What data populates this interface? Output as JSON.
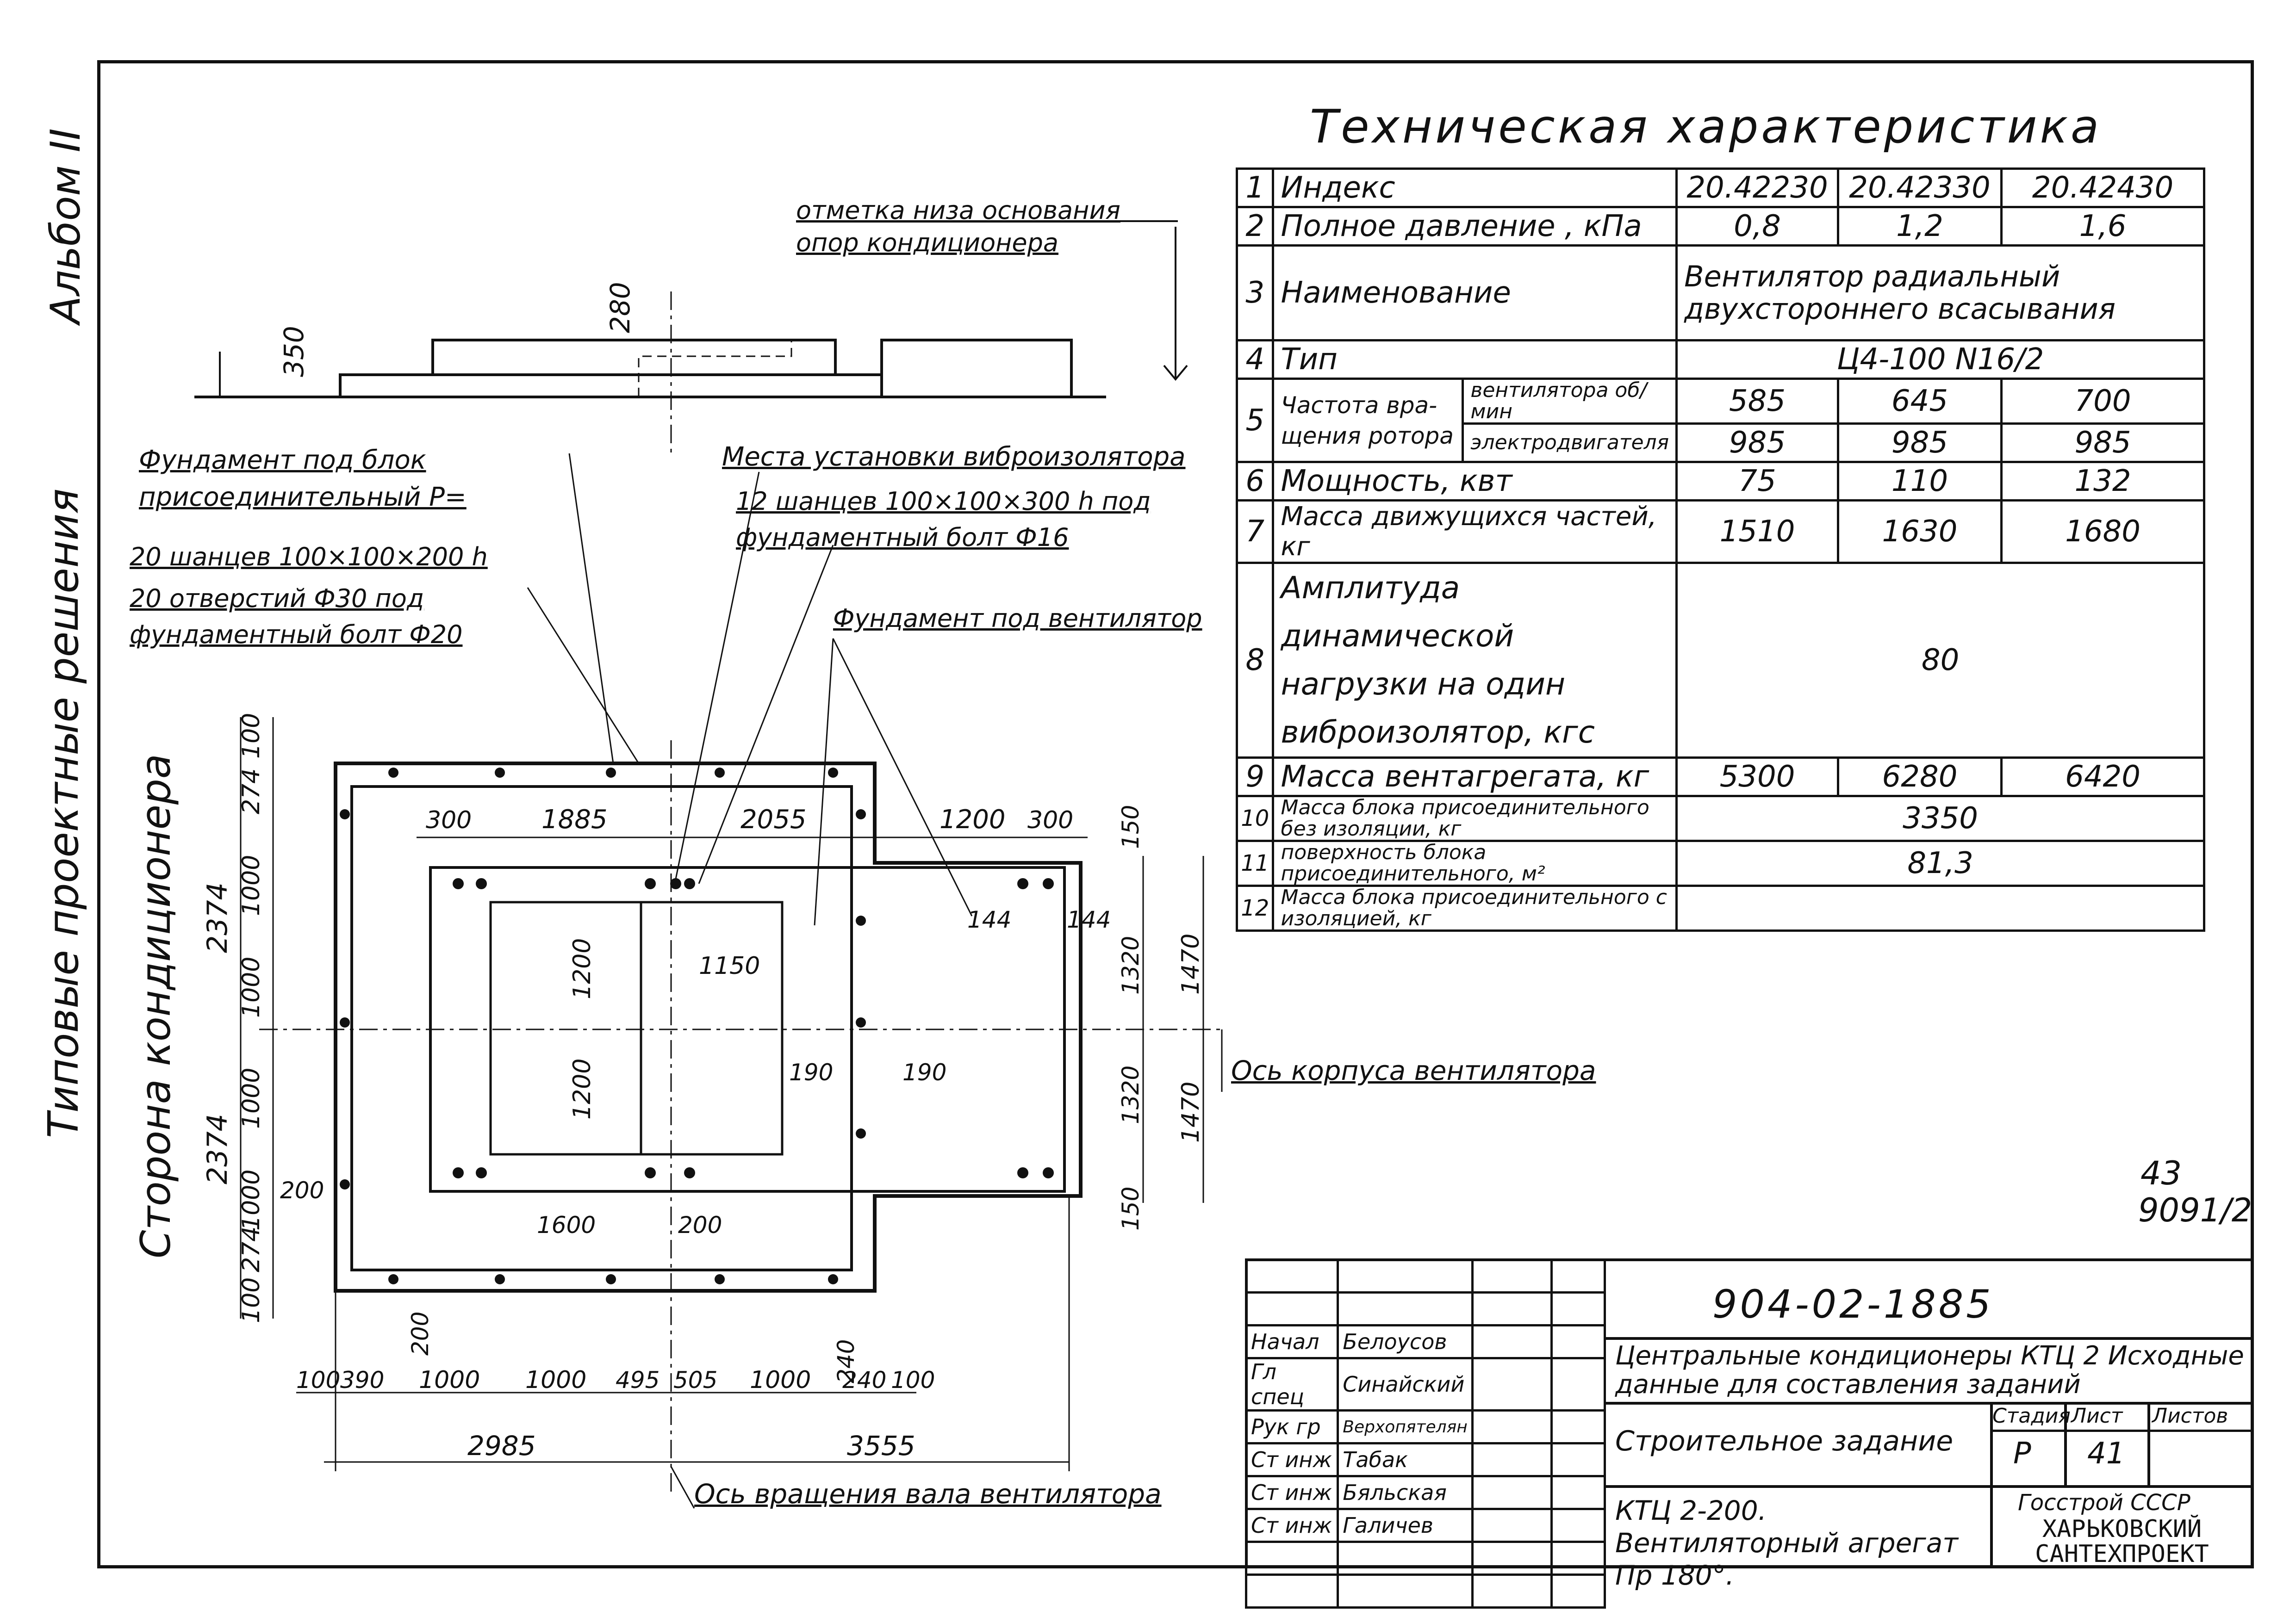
{
  "sidebar": {
    "album": "Альбом II",
    "series": "Типовые проектные решения",
    "side": "Сторона кондиционера"
  },
  "title": "Техническая характеристика",
  "tech_table": {
    "headers": [
      "Индекс",
      "20.42230",
      "20.42330",
      "20.42430"
    ],
    "rows": [
      {
        "n": "1",
        "label": "Индекс",
        "values": [
          "20.42230",
          "20.42330",
          "20.42430"
        ]
      },
      {
        "n": "2",
        "label": "Полное давление , кПа",
        "values": [
          "0,8",
          "1,2",
          "1,6"
        ]
      },
      {
        "n": "3",
        "label": "Наименование",
        "merged": "Вентилятор радиальный двухстороннего всасывания"
      },
      {
        "n": "4",
        "label": "Тип",
        "merged": "Ц4-100 N16/2"
      },
      {
        "n": "5",
        "label": "Частота вра-щения ротора",
        "sub": [
          {
            "label": "вентилятора об/мин",
            "values": [
              "585",
              "645",
              "700"
            ]
          },
          {
            "label": "электродвигателя",
            "values": [
              "985",
              "985",
              "985"
            ]
          }
        ]
      },
      {
        "n": "6",
        "label": "Мощность, квт",
        "values": [
          "75",
          "110",
          "132"
        ]
      },
      {
        "n": "7",
        "label": "Масса движущихся частей, кг",
        "values": [
          "1510",
          "1630",
          "1680"
        ]
      },
      {
        "n": "8",
        "label": "Амплитуда динамической нагрузки на один виброизолятор, кгс",
        "merged": "80"
      },
      {
        "n": "9",
        "label": "Масса вентагрегата, кг",
        "values": [
          "5300",
          "6280",
          "6420"
        ]
      },
      {
        "n": "10",
        "label": "Масса блока присоединительного без изоляции, кг",
        "merged": "3350"
      },
      {
        "n": "11",
        "label": "поверхность блока присоединительного, м²",
        "merged": "81,3"
      },
      {
        "n": "12",
        "label": "Масса блока присоединительного с изоляцией, кг",
        "merged": ""
      }
    ]
  },
  "annotations": {
    "base_mark": "отметка низа основания опор кондиционера",
    "found_block": "Фундамент под блок присоединительный Р=",
    "vibro": "Места установки виброизолятора",
    "shants12": "12 шанцев 100×100×300 h под фундаментный болт Ф16",
    "shants20": "20 шанцев 100×100×200 h",
    "holes20": "20 отверстий Ф30 под фундаментный болт Ф20",
    "found_fan": "Фундамент под вентилятор",
    "fan_axis": "Ось корпуса вентилятора",
    "shaft_axis": "Ось вращения вала вентилятора"
  },
  "dims": {
    "d280": "280",
    "d350": "350",
    "left": [
      "100",
      "274",
      "1000",
      "1000",
      "1000",
      "1000",
      "274",
      "100"
    ],
    "left_total": [
      "2374",
      "2374"
    ],
    "top": [
      "300",
      "1885",
      "2055",
      "1200",
      "300"
    ],
    "right_inner": [
      "150",
      "1320",
      "1320",
      "150"
    ],
    "right_outer": [
      "1470",
      "1470"
    ],
    "d144a": "144",
    "d144b": "144",
    "d1200a": "1200",
    "d1200b": "1200",
    "d1150": "1150",
    "d190a": "190",
    "d190b": "190",
    "d200a": "200",
    "d200b": "200",
    "d200c": "200",
    "d1600": "1600",
    "d240": "240",
    "bottom": [
      "100",
      "390",
      "1000",
      "1000",
      "495",
      "505",
      "1000",
      "240",
      "100"
    ],
    "total_left": "2985",
    "total_right": "3555"
  },
  "page_ref": {
    "num": "43",
    "code": "9091/2"
  },
  "stamp": {
    "code": "904-02-1885",
    "people": [
      {
        "role": "Начал",
        "name": "Белоусов"
      },
      {
        "role": "Гл спец",
        "name": "Синайский"
      },
      {
        "role": "Рук гр",
        "name": "Верхопятелян"
      },
      {
        "role": "Ст инж",
        "name": "Табак"
      },
      {
        "role": "Ст инж",
        "name": "Бяльская"
      },
      {
        "role": "Ст инж",
        "name": "Галичев"
      }
    ],
    "project": "Центральные кондиционеры КТЦ 2 Исходные данные для составления заданий",
    "doc": "Строительное задание",
    "stage_h": "Стадия",
    "sheet_h": "Лист",
    "sheets_h": "Листов",
    "stage": "Р",
    "sheet": "41",
    "unit": "КТЦ 2-200. Вентиляторный агрегат Пр 180°.",
    "org1": "Госстрой СССР",
    "org2": "ХАРЬКОВСКИЙ САНТЕХПРОЕКТ"
  }
}
